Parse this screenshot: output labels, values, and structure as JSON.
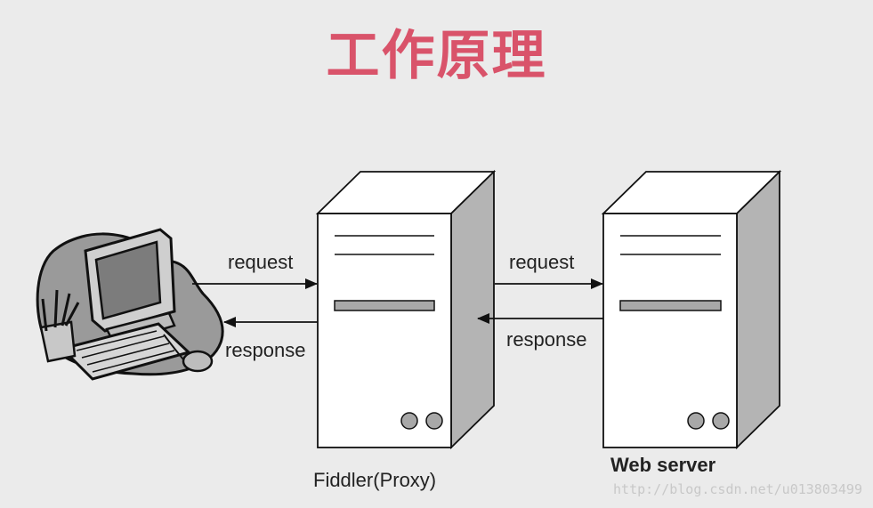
{
  "title": "工作原理",
  "client": {
    "icon": "computer-clipart-icon"
  },
  "proxy": {
    "label": "Fiddler(Proxy)",
    "icon": "server-tower-icon"
  },
  "server": {
    "label": "Web server",
    "icon": "server-tower-icon"
  },
  "arrows": {
    "client_request": "request",
    "client_response": "response",
    "server_request": "request",
    "server_response": "response"
  },
  "watermark": "http://blog.csdn.net/u013803499",
  "colors": {
    "title": "#d9536a",
    "background": "#ebebeb"
  }
}
